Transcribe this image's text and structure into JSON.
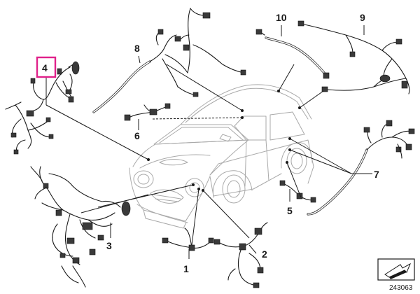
{
  "diagram": {
    "parts": [
      {
        "number": "1",
        "highlighted": false
      },
      {
        "number": "2",
        "highlighted": false
      },
      {
        "number": "3",
        "highlighted": false
      },
      {
        "number": "4",
        "highlighted": true
      },
      {
        "number": "5",
        "highlighted": false
      },
      {
        "number": "6",
        "highlighted": false
      },
      {
        "number": "7",
        "highlighted": false
      },
      {
        "number": "8",
        "highlighted": false
      },
      {
        "number": "9",
        "highlighted": false
      },
      {
        "number": "10",
        "highlighted": false
      }
    ],
    "reference_number": "243063",
    "highlight_color": "#e0218a",
    "orientation_icon": "arrow-box-icon"
  }
}
